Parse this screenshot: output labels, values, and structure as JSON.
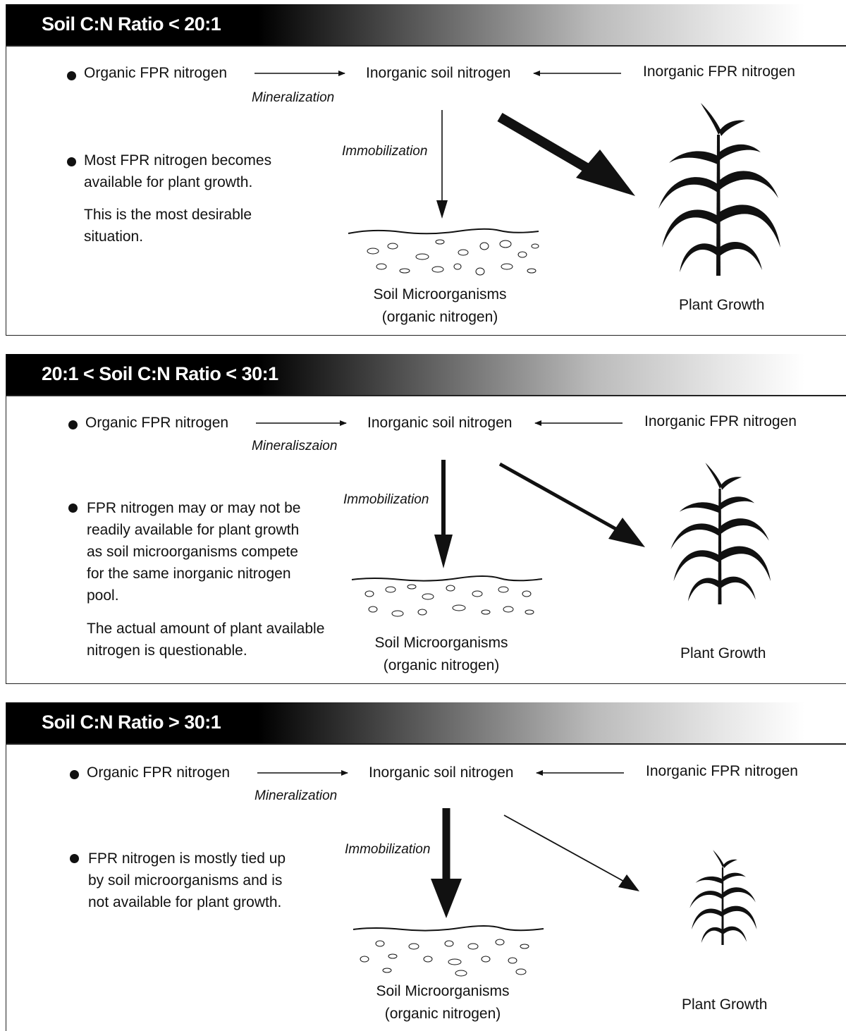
{
  "panels": [
    {
      "header": "Soil C:N Ratio < 20:1",
      "organic": "Organic FPR nitrogen",
      "mineralization": "Mineralization",
      "inorganic_soil": "Inorganic soil nitrogen",
      "inorganic_fpr": "Inorganic FPR nitrogen",
      "immobilization": "Immobilization",
      "bullet": "Most FPR nitrogen becomes available for plant growth.",
      "note": "This is the most desirable situation.",
      "soil_label": "Soil Microorganisms",
      "soil_sub": "(organic nitrogen)",
      "plant_label": "Plant Growth"
    },
    {
      "header": "20:1 < Soil C:N Ratio < 30:1",
      "organic": "Organic FPR nitrogen",
      "mineralization": "Mineraliszaion",
      "inorganic_soil": "Inorganic soil nitrogen",
      "inorganic_fpr": "Inorganic FPR nitrogen",
      "immobilization": "Immobilization",
      "bullet": "FPR nitrogen may or may not be readily available for plant growth as soil microorganisms compete for the same inorganic nitrogen pool.",
      "note": "The actual amount of plant available nitrogen is questionable.",
      "soil_label": "Soil Microorganisms",
      "soil_sub": "(organic nitrogen)",
      "plant_label": "Plant Growth"
    },
    {
      "header": "Soil C:N Ratio > 30:1",
      "organic": "Organic FPR nitrogen",
      "mineralization": "Mineralization",
      "inorganic_soil": "Inorganic soil nitrogen",
      "inorganic_fpr": "Inorganic FPR nitrogen",
      "immobilization": "Immobilization",
      "bullet": "FPR nitrogen is mostly tied up by soil microorganisms and is not available for plant growth.",
      "note": "",
      "soil_label": "Soil Microorganisms",
      "soil_sub": "(organic nitrogen)",
      "plant_label": "Plant Growth"
    }
  ],
  "icons": [
    "bullet-icon",
    "arrow-icon",
    "soil-icon",
    "corn-plant-icon"
  ]
}
